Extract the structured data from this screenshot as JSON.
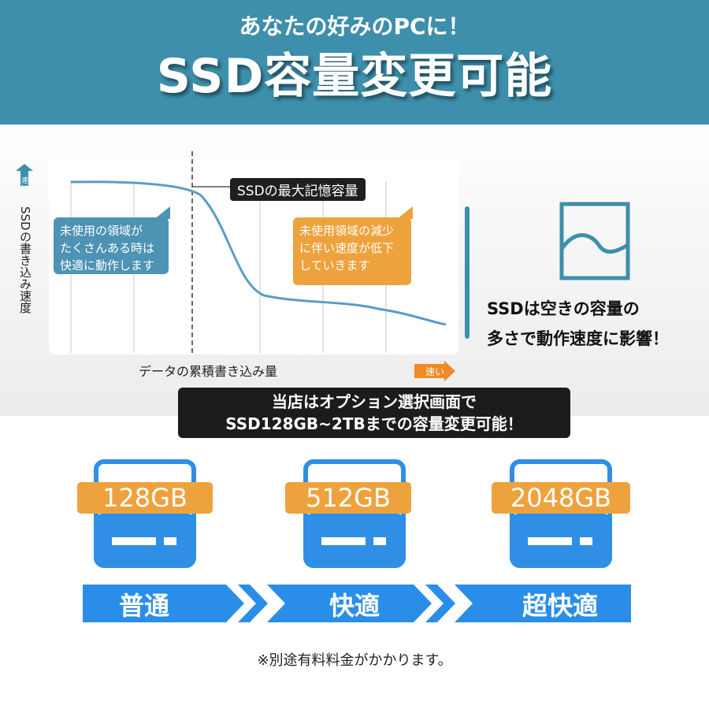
{
  "header": {
    "subtitle": "あなたの好みのPCに！",
    "title": "SSD容量変更可能"
  },
  "chart": {
    "badge_fast_y": "速い",
    "badge_fast_x": "速い",
    "ylabel": "SSDの書き込み速度",
    "xlabel": "データの累積書き込み量",
    "max_capacity_label": "SSDの最大記憶容量",
    "bubble_left": [
      "未使用の領域が",
      "たくさんある時は",
      "快適に動作します"
    ],
    "bubble_right": [
      "未使用領域の減少",
      "に伴い速度が低下",
      "していきます"
    ]
  },
  "side_note": {
    "line1": "SSDは空きの容量の",
    "line2": "多さで動作速度に影響！"
  },
  "banner": {
    "line1": "当店はオプション選択画面で",
    "line2": "SSD128GB~2TBまでの容量変更可能！"
  },
  "drives": [
    {
      "capacity": "128GB",
      "speed": "普通"
    },
    {
      "capacity": "512GB",
      "speed": "快適"
    },
    {
      "capacity": "2048GB",
      "speed": "超快適"
    }
  ],
  "footnote": "※別途有料料金がかかります。",
  "colors": {
    "accent_blue": "#3d8fab",
    "orange": "#eea23d",
    "drive_blue": "#2f8fe6",
    "arrow_blue": "#2a8ee8"
  }
}
